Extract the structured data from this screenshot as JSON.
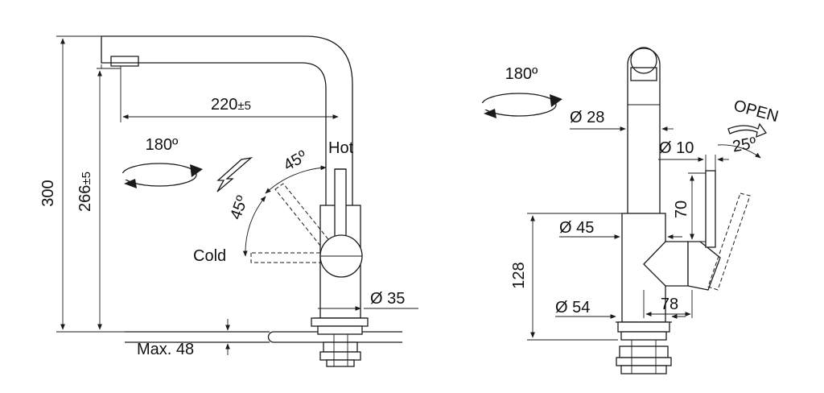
{
  "left_view": {
    "reach": "220",
    "reach_tolerance": "±5",
    "total_height": "300",
    "spout_height": "266",
    "spout_height_tolerance": "±5",
    "rotation": "180º",
    "hot_angle": "45º",
    "cold_angle": "45º",
    "hot_label": "Hot",
    "cold_label": "Cold",
    "body_diameter": "Ø 35",
    "max_thickness": "Max. 48"
  },
  "right_view": {
    "rotation": "180º",
    "open_label": "OPEN",
    "open_angle": "25º",
    "spout_diameter": "Ø 28",
    "lever_diameter": "Ø 10",
    "lever_height": "70",
    "upper_diameter": "Ø 45",
    "base_diameter": "Ø 54",
    "body_height": "128",
    "handle_depth": "78"
  }
}
